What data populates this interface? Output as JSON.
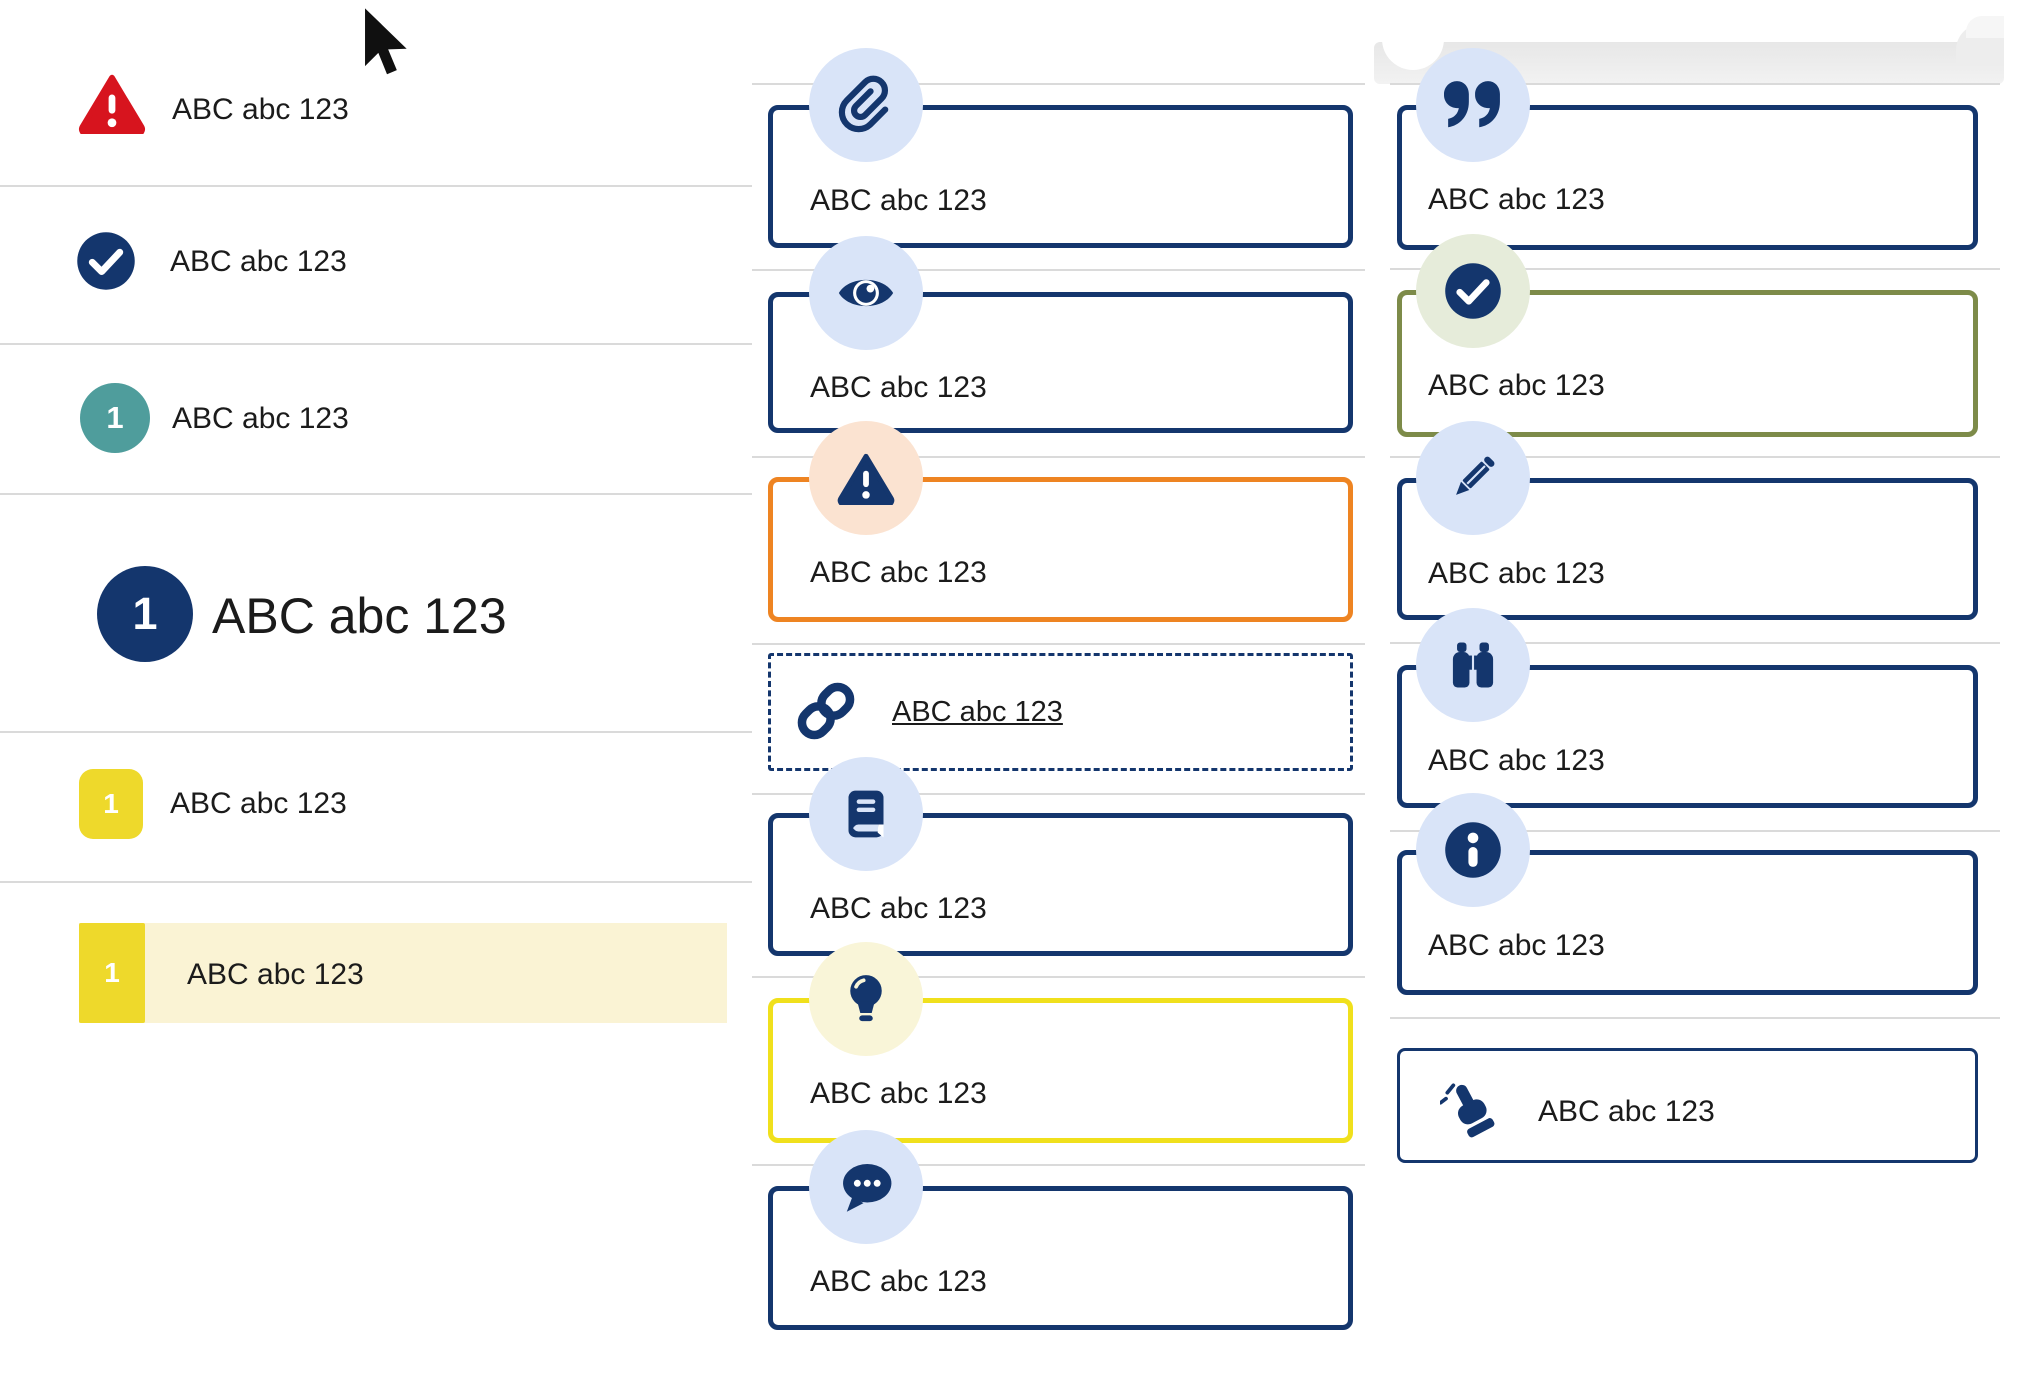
{
  "colors": {
    "navy": "#14366d",
    "light_blue_badge": "#d9e4f8",
    "peach_badge": "#fbe3d1",
    "pale_yellow_badge": "#f9f5d8",
    "pale_green_badge": "#e6ecda",
    "red": "#d7141e",
    "teal": "#4f9d9c",
    "yellow_badge": "#eed92b",
    "row_highlight": "#faf3d4",
    "orange_border": "#ee8422",
    "yellow_border": "#f0e01c",
    "olive_border": "#7d8b49",
    "text": "#1b1b1b",
    "divider": "#dadada"
  },
  "left": {
    "rows": [
      {
        "icon": "alert-triangle-icon",
        "label": "ABC abc 123"
      },
      {
        "icon": "check-circle-icon",
        "label": "ABC abc 123"
      },
      {
        "icon": "teal-number-badge",
        "badge": "1",
        "label": "ABC abc 123"
      },
      {
        "icon": "navy-number-badge",
        "badge": "1",
        "label": "ABC abc 123"
      },
      {
        "icon": "yellow-number-badge",
        "badge": "1",
        "label": "ABC abc 123"
      },
      {
        "icon": "yellow-number-badge",
        "badge": "1",
        "label": "ABC abc 123",
        "highlighted": true
      }
    ]
  },
  "middle": {
    "boxes": [
      {
        "icon": "paperclip-icon",
        "label": "ABC abc 123",
        "border": "navy"
      },
      {
        "icon": "eye-icon",
        "label": "ABC abc 123",
        "border": "navy"
      },
      {
        "icon": "warning-triangle-icon",
        "label": "ABC abc 123",
        "border": "orange"
      },
      {
        "icon": "link-icon",
        "label": "ABC abc 123",
        "border": "navy-dashed",
        "is_link": true
      },
      {
        "icon": "book-icon",
        "label": "ABC abc 123",
        "border": "navy"
      },
      {
        "icon": "lightbulb-icon",
        "label": "ABC abc 123",
        "border": "yellow"
      },
      {
        "icon": "chat-bubble-icon",
        "label": "ABC abc 123",
        "border": "navy"
      }
    ]
  },
  "right": {
    "boxes": [
      {
        "icon": "quote-icon",
        "label": "ABC abc 123",
        "border": "navy"
      },
      {
        "icon": "check-circle-icon",
        "label": "ABC abc 123",
        "border": "olive"
      },
      {
        "icon": "pencil-icon",
        "label": "ABC abc 123",
        "border": "navy"
      },
      {
        "icon": "binoculars-icon",
        "label": "ABC abc 123",
        "border": "navy"
      },
      {
        "icon": "info-icon",
        "label": "ABC abc 123",
        "border": "navy"
      },
      {
        "icon": "pointing-hand-icon",
        "label": "ABC abc 123",
        "border": "navy-thin"
      }
    ]
  }
}
